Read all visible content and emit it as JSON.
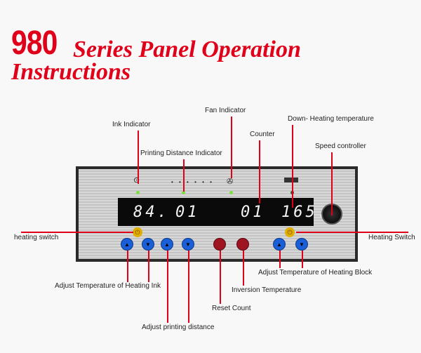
{
  "title": {
    "number": "980",
    "line1": "Series Panel Operation",
    "line2": "Instructions"
  },
  "display": {
    "temp_ink": "84.",
    "print_distance": "01",
    "counter": "01",
    "block_temp": "165."
  },
  "labels": {
    "ink_indicator": "Ink Indicator",
    "fan_indicator": "Fan Indicator",
    "down_heating": "Down- Heating temperature",
    "counter": "Counter",
    "speed_controller": "Speed controller",
    "printing_distance_indicator": "Printing Distance Indicator",
    "heating_switch_left": "heating switch",
    "heating_switch_right": "Heating Switch",
    "adjust_block": "Adjust Temperature of Heating Block",
    "adjust_ink": "Adjust Temperature of Heating Ink",
    "inversion": "Inversion Temperature",
    "reset": "Reset Count",
    "adjust_distance": "Adjust printing distance"
  },
  "colors": {
    "accent": "#e0001a",
    "button_blue": "#1a5fd8",
    "button_red": "#9e1420",
    "power_yellow": "#e0b000",
    "led_green": "#7ee040"
  }
}
